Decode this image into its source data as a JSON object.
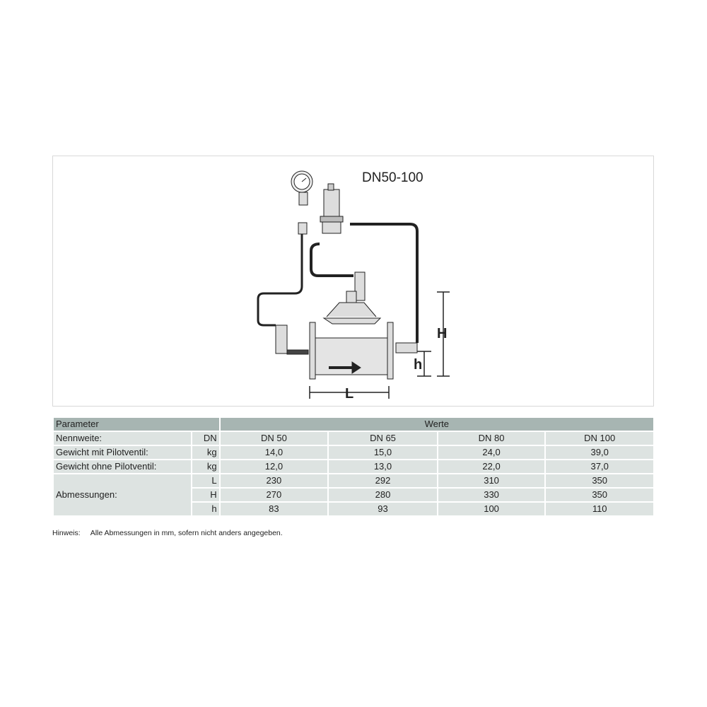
{
  "figure": {
    "title": "DN50-100",
    "dim_labels": {
      "L": "L",
      "H": "H",
      "h": "h"
    }
  },
  "table": {
    "header": {
      "parameter": "Parameter",
      "values": "Werte"
    },
    "rows": [
      {
        "label": "Nennweite:",
        "unit": "DN",
        "values": [
          "DN 50",
          "DN 65",
          "DN 80",
          "DN 100"
        ]
      },
      {
        "label": "Gewicht mit Pilotventil:",
        "unit": "kg",
        "values": [
          "14,0",
          "15,0",
          "24,0",
          "39,0"
        ]
      },
      {
        "label": "Gewicht ohne Pilotventil:",
        "unit": "kg",
        "values": [
          "12,0",
          "13,0",
          "22,0",
          "37,0"
        ]
      },
      {
        "label": "Abmessungen:",
        "unit": "L",
        "values": [
          "230",
          "292",
          "310",
          "350"
        ]
      },
      {
        "label": "",
        "unit": "H",
        "values": [
          "270",
          "280",
          "330",
          "350"
        ]
      },
      {
        "label": "",
        "unit": "h",
        "values": [
          "83",
          "93",
          "100",
          "110"
        ]
      }
    ]
  },
  "note": {
    "label": "Hinweis:",
    "text": "Alle Abmessungen in mm, sofern nicht anders angegeben."
  }
}
